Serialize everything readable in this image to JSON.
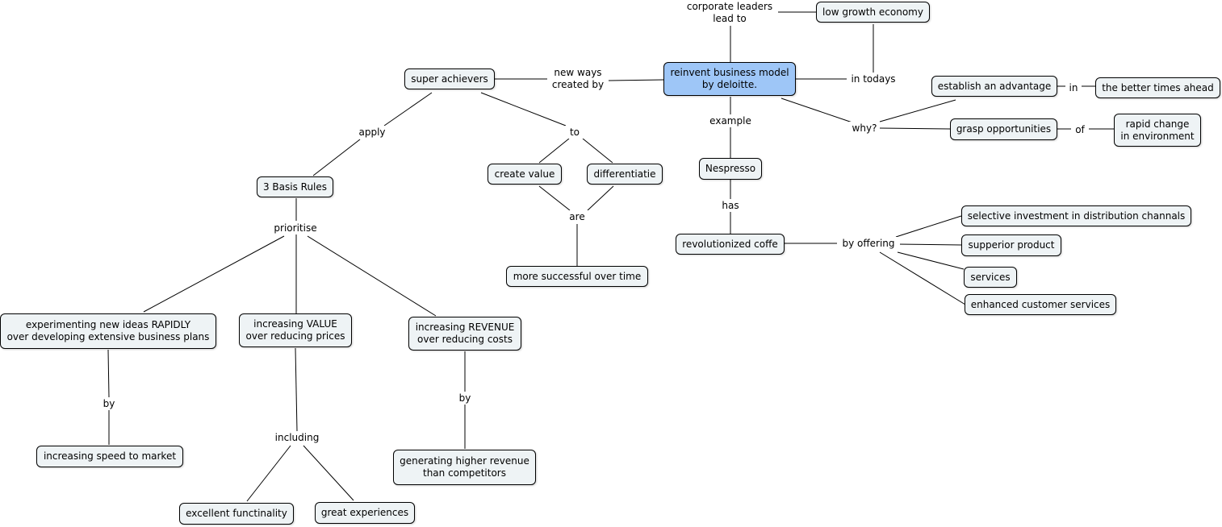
{
  "concept_map": {
    "root": "reinvent business model\nby deloitte.",
    "nodes": {
      "low_growth": "low growth economy",
      "super_achievers": "super achievers",
      "establish": "establish an advantage",
      "better_times": "the better times ahead",
      "grasp": "grasp opportunities",
      "rapid_change": "rapid change\nin environment",
      "basis_rules": "3 Basis Rules",
      "create_value": "create value",
      "differentiatie": "differentiatie",
      "nespresso": "Nespresso",
      "revolutionized": "revolutionized coffe",
      "selective": "selective investment in distribution channals",
      "supperior": "supperior product",
      "services": "services",
      "enhanced": "enhanced customer services",
      "more_successful": "more successful over time",
      "experimenting": "experimenting new ideas RAPIDLY\nover developing extensive business plans",
      "increasing_value": "increasing VALUE\nover reducing prices",
      "increasing_revenue": "increasing REVENUE\nover reducing costs",
      "speed": "increasing speed to market",
      "generating": "generating higher revenue\nthan competitors",
      "excellent": "excellent functinality",
      "great": "great experiences"
    },
    "links": {
      "corporate": "corporate leaders\nlead to",
      "in_todays": "in todays",
      "new_ways": "new ways\ncreated by",
      "why": "why?",
      "in": "in",
      "of": "of",
      "example": "example",
      "has": "has",
      "by_offering": "by offering",
      "apply": "apply",
      "to": "to",
      "are": "are",
      "prioritise": "prioritise",
      "by_1": "by",
      "including": "including",
      "by_2": "by"
    }
  },
  "colors": {
    "node_fill": "#eef3f5",
    "root_fill": "#9ec6f7",
    "border": "#000000",
    "line": "#000000"
  }
}
